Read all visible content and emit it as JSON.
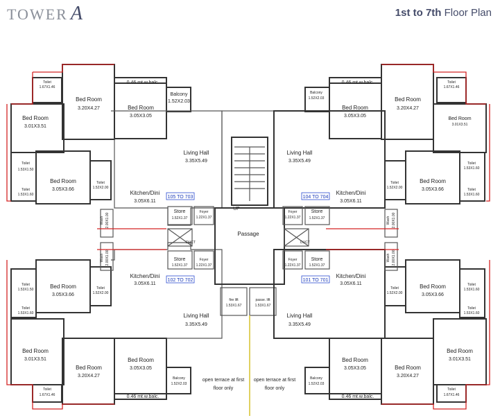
{
  "header": {
    "logo_text": "TOWER",
    "logo_letter": "A",
    "plan_title_bold": "1st to 7th",
    "plan_title_rest": "Floor Plan"
  },
  "labels": {
    "bed_room": "Bed Room",
    "toilet": "Toilet",
    "living_hall": "Living Hall",
    "kitchen_dini": "Kitchen/Dini",
    "store": "Store",
    "foyer": "Foyer",
    "balcony": "Balcony",
    "wash": "Wash",
    "duct": "DUCT",
    "passage": "Passage",
    "up": "UP",
    "fire_lift": "fire lift",
    "pass_lift": "passe. lift",
    "open_terrace": "open terrace at first",
    "floor_only": "floor only",
    "mt_balc": "0.46 mt.w.balc."
  },
  "dims": {
    "bed_320x427": "3.20X4.27",
    "bed_305x305": "3.05X3.05",
    "bed_301x351": "3.01X3.51",
    "bed_305x366": "3.05X3.66",
    "toilet_153x150": "1.53X1.50",
    "toilet_153x160": "1.53X1.60",
    "toilet_152x200": "1.52X2.00",
    "toilet_167x146": "1.67X1.46",
    "living_335x549": "3.35X5.49",
    "kitchen_305x611": "3.05X6.11",
    "store_152x137": "1.52X1.37",
    "foyer_122x137": "1.22X1.37",
    "balcony_152x203": "1.52X2.03",
    "wash_200x100": "2.00X1.00",
    "lift_153x167": "1.53X1.67"
  },
  "units": {
    "top_left": "105 TO 703",
    "top_right": "104 TO 704",
    "bottom_left": "102 TO 702",
    "bottom_right": "101 TO 701"
  },
  "colors": {
    "wall": "#555555",
    "red_outline": "#d42323",
    "unit_label_blue": "#2a4bd0",
    "terrace_line": "#e0d060",
    "title": "#454c6a"
  }
}
